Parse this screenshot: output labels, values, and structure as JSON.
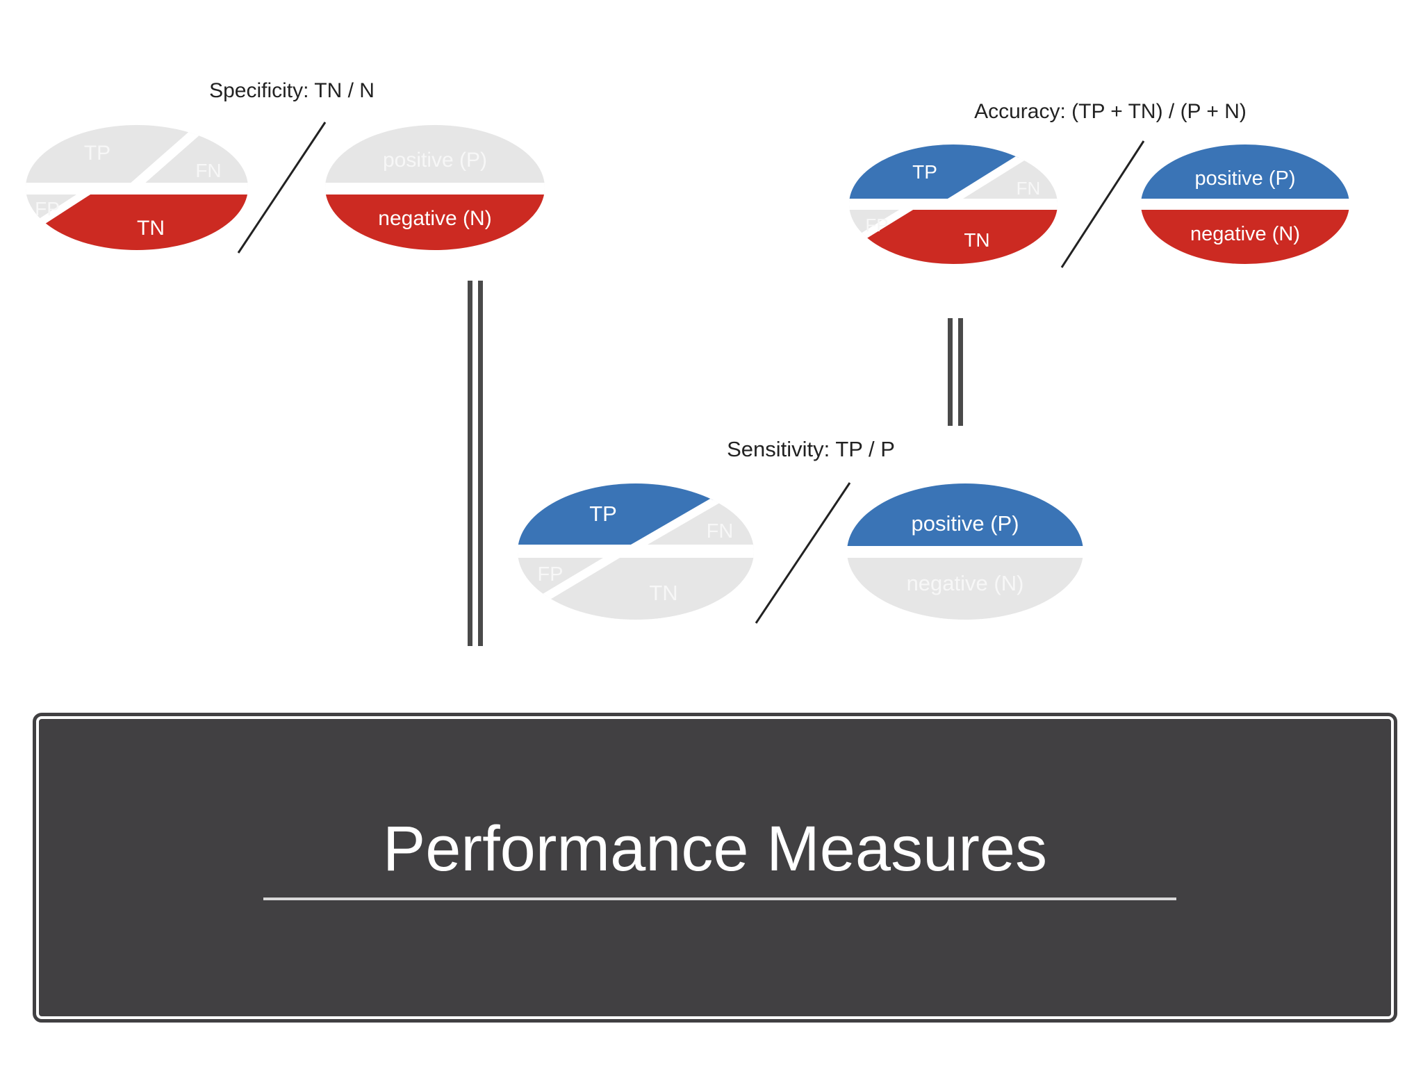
{
  "colors": {
    "positive": "#3a74b6",
    "negative": "#cc2a22",
    "muted": "#e6e6e6",
    "muted_text": "#f7f7f7",
    "line": "#222222",
    "equals": "#4a4a4a",
    "panel": "#414042"
  },
  "specificity": {
    "formula": "Specificity: TN / N",
    "tp": "TP",
    "fn": "FN",
    "fp": "FP",
    "tn": "TN",
    "positive": "positive (P)",
    "negative": "negative (N)"
  },
  "accuracy": {
    "formula": "Accuracy: (TP + TN) / (P + N)",
    "tp": "TP",
    "fn": "FN",
    "fp": "FP",
    "tn": "TN",
    "positive": "positive (P)",
    "negative": "negative (N)"
  },
  "sensitivity": {
    "formula": "Sensitivity: TP / P",
    "tp": "TP",
    "fn": "FN",
    "fp": "FP",
    "tn": "TN",
    "positive": "positive (P)",
    "negative": "negative (N)"
  },
  "slide": {
    "title": "Performance Measures"
  }
}
